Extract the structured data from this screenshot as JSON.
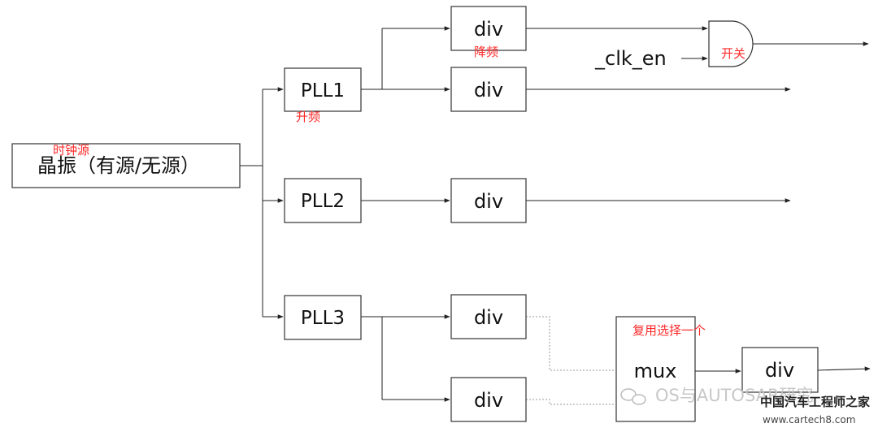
{
  "source": {
    "label": "晶振（有源/无源）",
    "note": "时钟源"
  },
  "plls": [
    {
      "label": "PLL1",
      "note": "升频"
    },
    {
      "label": "PLL2"
    },
    {
      "label": "PLL3"
    }
  ],
  "divider_label": "div",
  "div_note": "降频",
  "enable_signal": "_clk_en",
  "gate_note": "开关",
  "mux": {
    "label": "mux",
    "note": "复用选择一个"
  },
  "watermark": {
    "channel": "OS与AUTOSAR研究",
    "site_name": "中国汽车工程师之家",
    "site_url": "www.cartech8.com"
  },
  "colors": {
    "line": "#222222",
    "note": "#ff2a2a",
    "box_border": "#333333",
    "dashed": "#999999"
  }
}
